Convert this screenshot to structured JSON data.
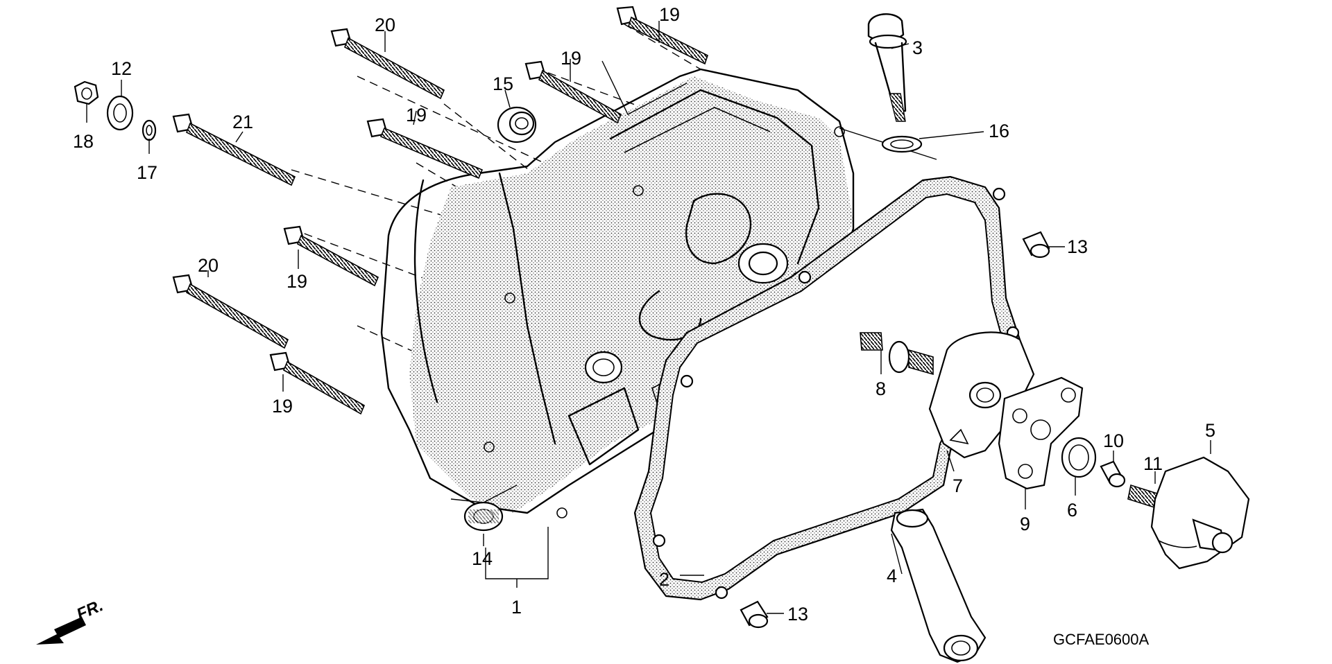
{
  "diagram": {
    "diagram_code": "GCFAE0600A",
    "direction_label": "FR.",
    "callouts": {
      "c1": "1",
      "c2": "2",
      "c3": "3",
      "c4": "4",
      "c5": "5",
      "c6": "6",
      "c7": "7",
      "c8": "8",
      "c9": "9",
      "c10": "10",
      "c11": "11",
      "c12": "12",
      "c13a": "13",
      "c13b": "13",
      "c14": "14",
      "c15": "15",
      "c16": "16",
      "c17": "17",
      "c18": "18",
      "c19a": "19",
      "c19b": "19",
      "c19c": "19",
      "c19d": "19",
      "c19e": "19",
      "c20a": "20",
      "c20b": "20",
      "c21": "21"
    }
  }
}
